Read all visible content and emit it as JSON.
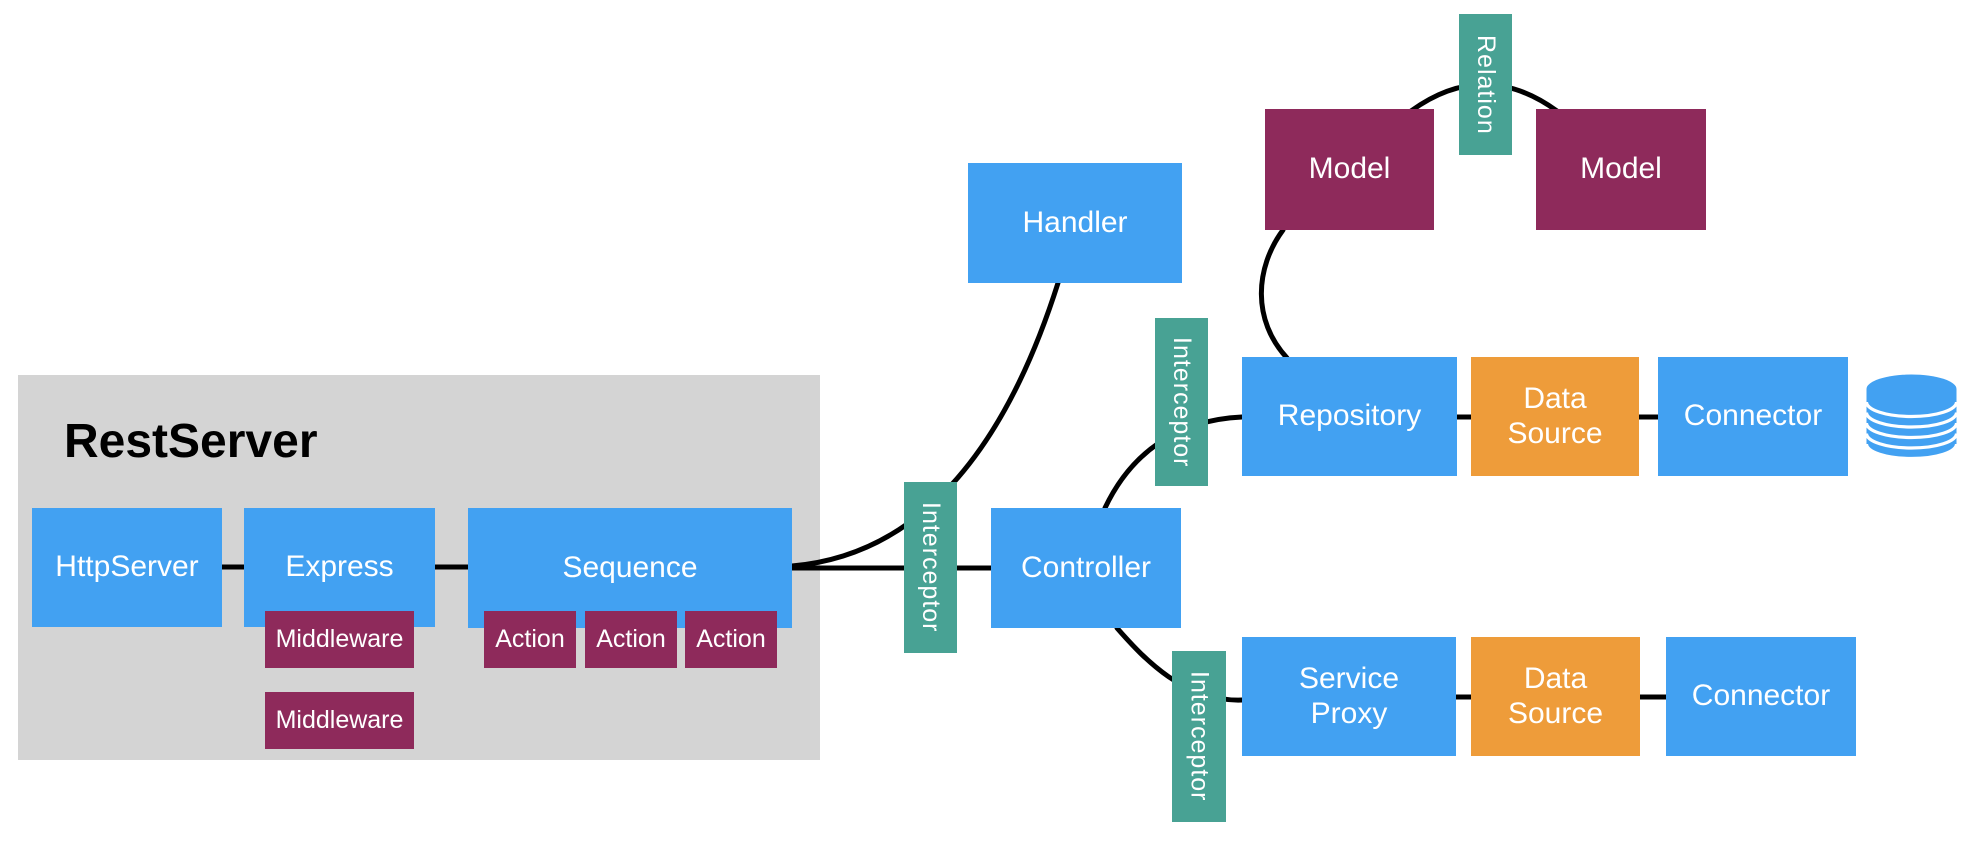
{
  "container": {
    "label": "RestServer"
  },
  "palette": {
    "blue": "#42a1f2",
    "purple": "#8e2a5b",
    "teal": "#48a294",
    "orange": "#ee9c3a",
    "group_gray": "#d4d4d4",
    "edge_black": "#000000",
    "label_white": "#ffffff"
  },
  "nodes": [
    {
      "id": "httpserver",
      "label": "HttpServer",
      "color": "blue"
    },
    {
      "id": "express",
      "label": "Express",
      "color": "blue"
    },
    {
      "id": "sequence",
      "label": "Sequence",
      "color": "blue"
    },
    {
      "id": "middleware-1",
      "label": "Middleware",
      "color": "purple"
    },
    {
      "id": "middleware-2",
      "label": "Middleware",
      "color": "purple"
    },
    {
      "id": "action-1",
      "label": "Action",
      "color": "purple"
    },
    {
      "id": "action-2",
      "label": "Action",
      "color": "purple"
    },
    {
      "id": "action-3",
      "label": "Action",
      "color": "purple"
    },
    {
      "id": "interceptor-1",
      "label": "Interceptor",
      "color": "teal",
      "orientation": "vertical"
    },
    {
      "id": "handler",
      "label": "Handler",
      "color": "blue"
    },
    {
      "id": "controller",
      "label": "Controller",
      "color": "blue"
    },
    {
      "id": "interceptor-2",
      "label": "Interceptor",
      "color": "teal",
      "orientation": "vertical"
    },
    {
      "id": "model-left",
      "label": "Model",
      "color": "purple"
    },
    {
      "id": "relation",
      "label": "Relation",
      "color": "teal",
      "orientation": "vertical"
    },
    {
      "id": "model-right",
      "label": "Model",
      "color": "purple"
    },
    {
      "id": "repository",
      "label": "Repository",
      "color": "blue"
    },
    {
      "id": "datasource-1",
      "label": "Data\nSource",
      "color": "orange"
    },
    {
      "id": "connector-1",
      "label": "Connector",
      "color": "blue"
    },
    {
      "id": "interceptor-3",
      "label": "Interceptor",
      "color": "teal",
      "orientation": "vertical"
    },
    {
      "id": "service-proxy",
      "label": "Service\nProxy",
      "color": "blue"
    },
    {
      "id": "datasource-2",
      "label": "Data\nSource",
      "color": "orange"
    },
    {
      "id": "connector-2",
      "label": "Connector",
      "color": "blue"
    }
  ],
  "icons": [
    {
      "id": "database-cylinder",
      "meaning": "database storage behind Connector"
    }
  ]
}
